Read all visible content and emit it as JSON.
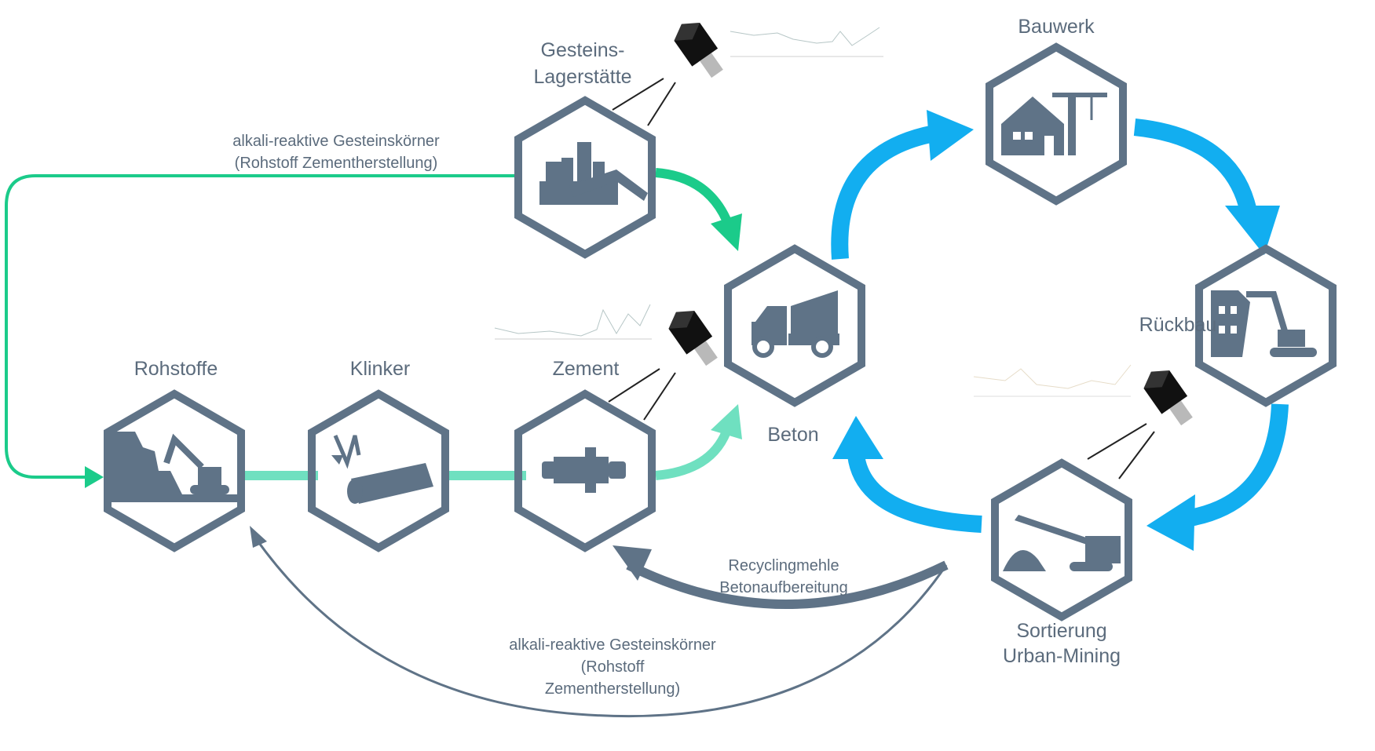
{
  "nodes": {
    "gesteins": {
      "line1": "Gesteins-",
      "line2": "Lagerstätte"
    },
    "rohstoffe": {
      "label": "Rohstoffe"
    },
    "klinker": {
      "label": "Klinker"
    },
    "zement": {
      "label": "Zement"
    },
    "beton": {
      "label": "Beton"
    },
    "bauwerk": {
      "label": "Bauwerk"
    },
    "rueckbau": {
      "label": "Rückbau"
    },
    "sortierung": {
      "line1": "Sortierung",
      "line2": "Urban-Mining"
    }
  },
  "flows": {
    "top_green": {
      "line1": "alkali-reaktive Gesteinskörner",
      "line2": "(Rohstoff Zementherstellung)"
    },
    "recycling": {
      "line1": "Recyclingmehle",
      "line2": "Betonaufbereitung"
    },
    "bottom_grey": {
      "line1": "alkali-reaktive Gesteinskörner",
      "line2": "(Rohstoff",
      "line3": "Zementherstellung)"
    }
  },
  "colors": {
    "node": "#5f7387",
    "green_dark": "#1bcb8a",
    "green_light": "#6fe0c0",
    "blue": "#12aef0",
    "grey_arrow": "#5f7387"
  },
  "icons": [
    "quarry-icon",
    "excavator-icon",
    "kiln-icon",
    "cement-mill-icon",
    "mixer-truck-icon",
    "house-crane-icon",
    "demolition-icon",
    "sorting-plant-icon",
    "sensor-icon"
  ]
}
